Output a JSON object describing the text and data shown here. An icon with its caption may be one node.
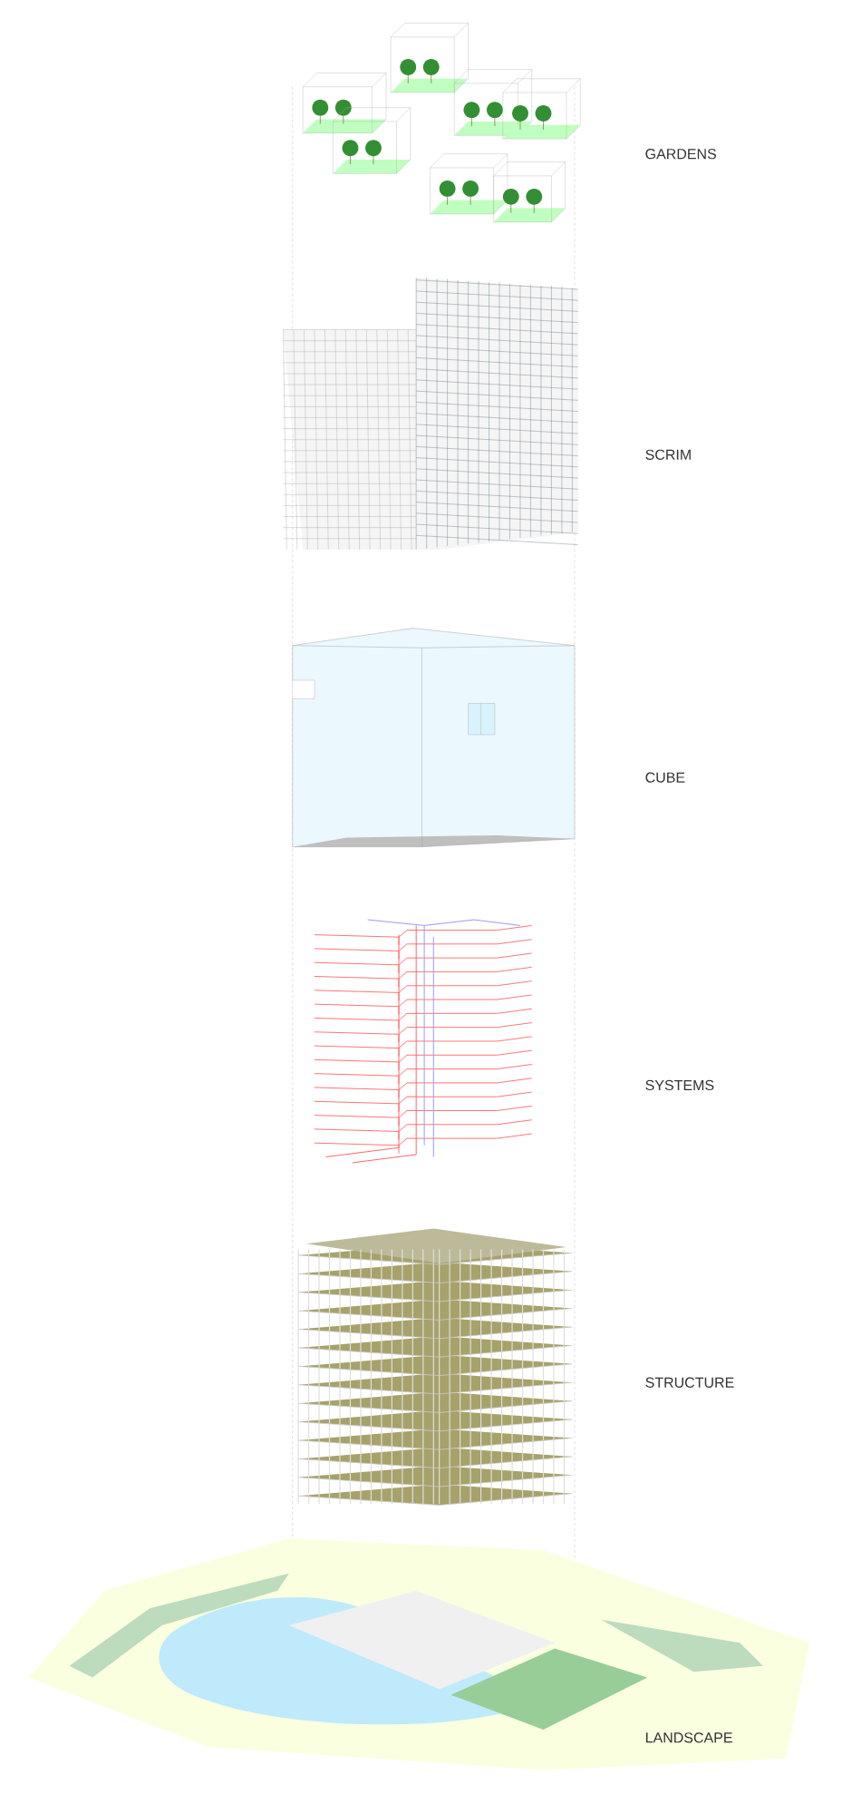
{
  "diagram": {
    "labels": [
      "GARDENS",
      "SCRIM",
      "CUBE",
      "SYSTEMS",
      "STRUCTURE",
      "LANDSCAPE"
    ]
  }
}
